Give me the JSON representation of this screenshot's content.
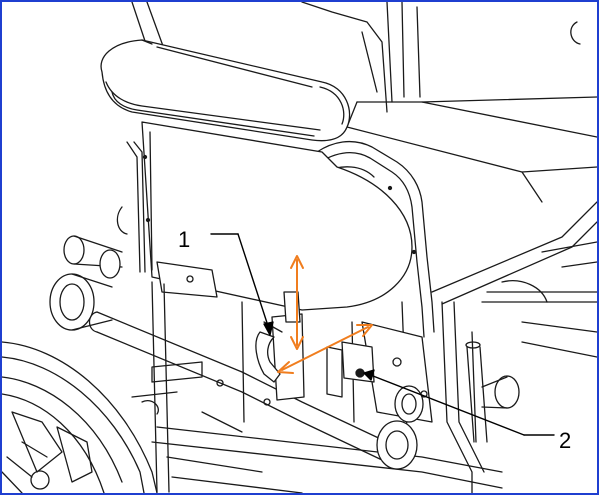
{
  "colors": {
    "frame_border": "#1f3fd0",
    "line_art": "#1a1a1a",
    "arrow": "#f07d1e"
  },
  "callouts": [
    {
      "number": "1",
      "target": "lever"
    },
    {
      "number": "2",
      "target": "locking-knob"
    }
  ],
  "arrows": [
    {
      "kind": "double-headed",
      "direction": "vertical"
    },
    {
      "kind": "double-headed",
      "direction": "diagonal"
    }
  ]
}
